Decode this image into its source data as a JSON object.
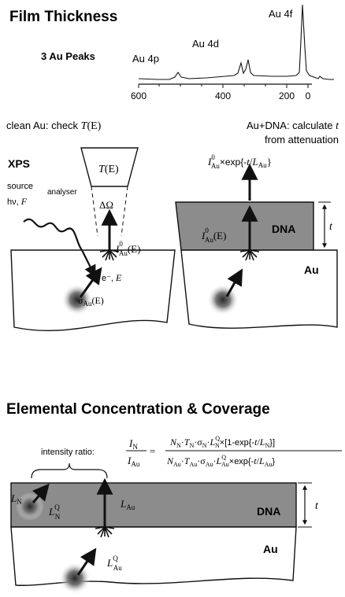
{
  "film": {
    "title": "Film Thickness",
    "spectrum_label": "3 Au Peaks",
    "peak_labels": [
      "Au 4p",
      "Au 4d",
      "Au 4f"
    ],
    "axis_ticks": [
      "600",
      "400",
      "200",
      "0"
    ]
  },
  "left_panel": {
    "caption_pre": "clean Au: check ",
    "caption_func": "T",
    "caption_arg": "(E)",
    "xps_label": "XPS",
    "source_label": "source",
    "hv_label": "hν, ",
    "flux_symbol": "F",
    "analyser_label": "analyser",
    "transmission": "T",
    "transmission_arg": "(E)",
    "solid_angle": "ΔΩ",
    "intensity": "I",
    "intensity_sub": "Au",
    "intensity_sup": "0",
    "intensity_arg": "(E)",
    "electron_label": "e⁻, ",
    "energy_symbol": "E",
    "cross_section": "σ",
    "cross_section_sub": "Au",
    "cross_section_arg": "(E)"
  },
  "right_panel": {
    "caption_line1_pre": "Au+DNA: calculate ",
    "caption_line1_var": "t",
    "caption_line2": "from attenuation",
    "top_intensity": "I",
    "top_intensity_sup": "0",
    "top_intensity_sub": "Au",
    "top_exp": "×exp{-",
    "top_exp_var": "t",
    "top_exp_div": "/",
    "top_exp_L": "L",
    "top_exp_Lsub": "Au",
    "top_exp_close": "}",
    "inner_intensity": "I",
    "inner_sup": "0",
    "inner_sub": "Au",
    "inner_arg": "(E)",
    "dna_label": "DNA",
    "au_label": "Au",
    "thickness_symbol": "t"
  },
  "bottom": {
    "title": "Elemental Concentration & Coverage",
    "intensity_ratio_label": "intensity ratio:",
    "lhs_num": "I",
    "lhs_num_sub": "N",
    "lhs_den": "I",
    "lhs_den_sub": "Au",
    "rhs_num": "N_N·T_N·σ_N·L^Q_N×[1-exp{-t/L_N}]",
    "rhs_den": "N_Au·T_Au·σ_Au·L^Q_Au×exp{-t/L_Au}",
    "num_parts": [
      "N",
      "N",
      "·",
      "T",
      "N",
      "·σ",
      "N",
      "·",
      "L",
      "Q",
      "N",
      "×[1-exp{-",
      "t",
      "/",
      "L",
      "N",
      "}]"
    ],
    "den_parts": [
      "N",
      "Au",
      "·",
      "T",
      "Au",
      "·σ",
      "Au",
      "·",
      "L",
      "Q",
      "Au",
      "×exp{-",
      "t",
      "/",
      "L",
      "Au",
      "}"
    ],
    "L_N": "L",
    "L_N_sub": "N",
    "LQ_N": "L",
    "LQ_N_sup": "Q",
    "LQ_N_sub": "N",
    "L_Au": "L",
    "L_Au_sub": "Au",
    "LQ_Au": "L",
    "LQ_Au_sup": "Q",
    "LQ_Au_sub": "Au",
    "dna_label": "DNA",
    "au_label": "Au",
    "thickness_symbol": "t"
  },
  "colors": {
    "dna_fill": "#8c8c8c",
    "line": "#111111",
    "blob_core": "#3a3a3a"
  },
  "icons": [
    "spectrum-plot",
    "wavy-photon-arrow",
    "emission-star",
    "source-blob",
    "thickness-arrow",
    "curly-brace"
  ]
}
